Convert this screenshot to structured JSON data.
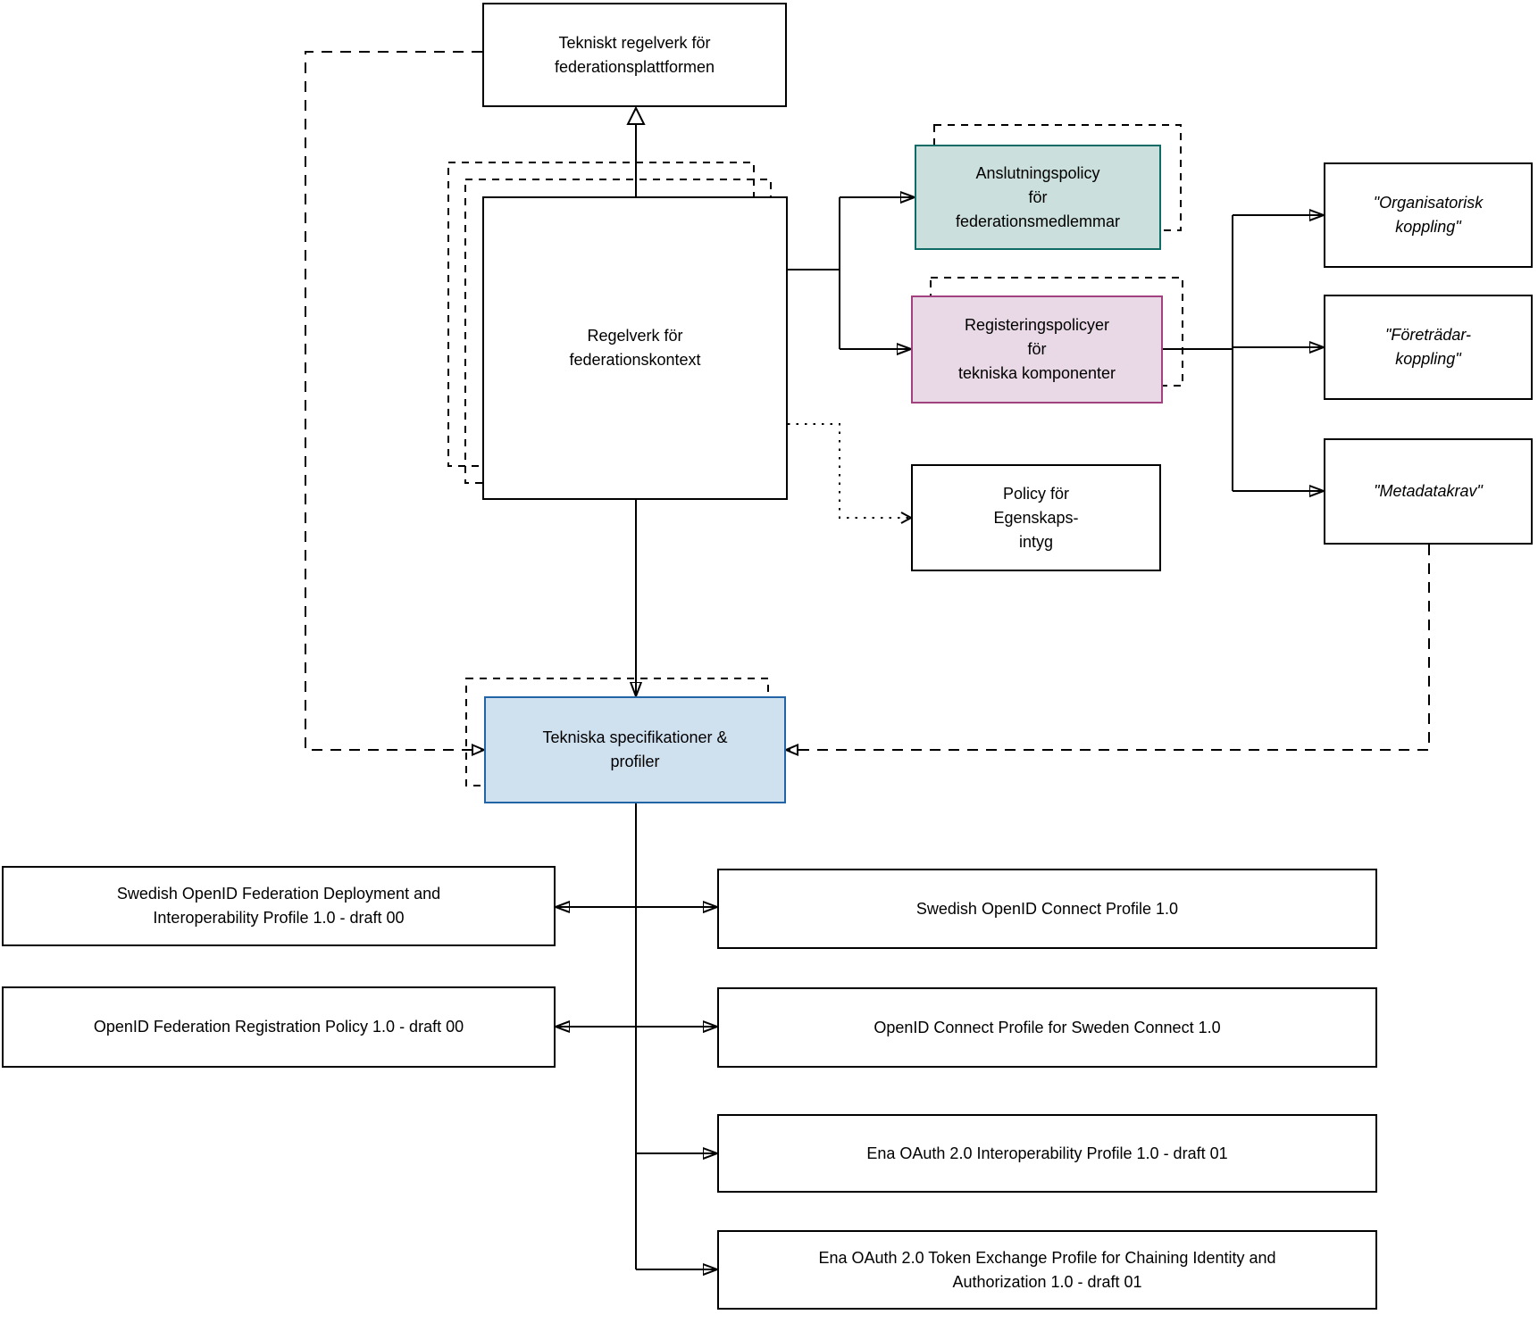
{
  "diagram": {
    "boxes": {
      "tekniskt_regelverk": {
        "label": "Tekniskt regelverk för\nfederationsplattformen"
      },
      "regelverk": {
        "label": "Regelverk för\nfederationskontext"
      },
      "anslutningspolicy": {
        "label": "Anslutningspolicy\nför\nfederationsmedlemmar"
      },
      "registeringspolicyer": {
        "label": "Registeringspolicyer\nför\ntekniska komponenter"
      },
      "egenskapsintyg": {
        "label": "Policy för\nEgenskaps-\nintyg"
      },
      "organisatorisk": {
        "label": "\"Organisatorisk\nkoppling\""
      },
      "foretradar": {
        "label": "\"Företrädar-\nkoppling\""
      },
      "metadatakrav": {
        "label": "\"Metadatakrav\""
      },
      "tekniska_spec": {
        "label": "Tekniska specifikationer &\nprofiler"
      },
      "deployment_profile": {
        "label": "Swedish OpenID Federation Deployment and\nInteroperability Profile 1.0 - draft 00"
      },
      "registration_policy": {
        "label": "OpenID Federation Registration Policy 1.0 - draft 00"
      },
      "oidc_profile": {
        "label": "Swedish OpenID Connect Profile 1.0"
      },
      "sweden_connect_profile": {
        "label": "OpenID Connect Profile for Sweden Connect 1.0"
      },
      "oauth_interop": {
        "label": "Ena OAuth 2.0 Interoperability Profile 1.0 - draft 01"
      },
      "token_exchange": {
        "label": "Ena OAuth 2.0 Token Exchange Profile for Chaining Identity and\nAuthorization 1.0 - draft 01"
      }
    },
    "colors": {
      "green_fill": "#cbdfdc",
      "green_border": "#0e6b66",
      "pink_fill": "#e9d9e6",
      "pink_border": "#a1417f",
      "blue_fill": "#cfe0ef",
      "blue_border": "#2264a5",
      "line": "#000000"
    }
  }
}
